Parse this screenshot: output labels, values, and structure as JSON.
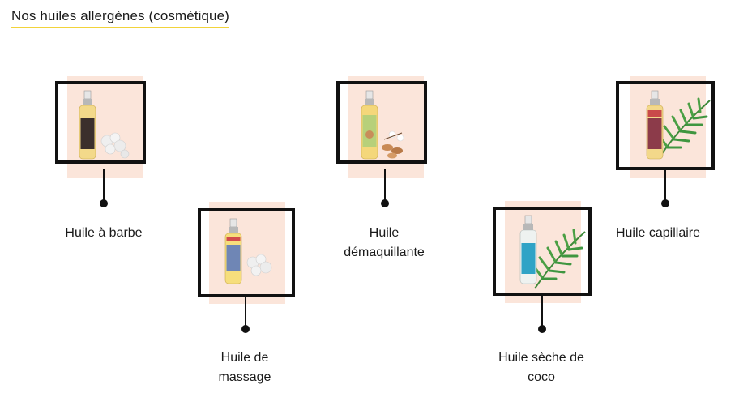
{
  "heading": "Nos huiles allergènes (cosmétique)",
  "accent_color": "#f2d33a",
  "products": [
    {
      "label_lines": [
        "Huile à barbe"
      ],
      "bottle_label_color": "#3b2f2c",
      "decor": "cotton-flower",
      "icon": "oil-bottle-icon"
    },
    {
      "label_lines": [
        "Huile de",
        "massage"
      ],
      "bottle_label_color": "#6f86b5",
      "decor": "cotton-flower",
      "icon": "oil-bottle-icon"
    },
    {
      "label_lines": [
        "Huile",
        "démaquillante"
      ],
      "bottle_label_color": "#b7d07a",
      "decor": "almond-blossom",
      "icon": "oil-bottle-icon"
    },
    {
      "label_lines": [
        "Huile sèche de",
        "coco"
      ],
      "bottle_label_color": "#2fa3c6",
      "decor": "palm-leaf",
      "icon": "oil-bottle-icon"
    },
    {
      "label_lines": [
        "Huile capillaire"
      ],
      "bottle_label_color": "#8c3b4a",
      "decor": "palm-leaf",
      "icon": "oil-bottle-icon"
    }
  ]
}
